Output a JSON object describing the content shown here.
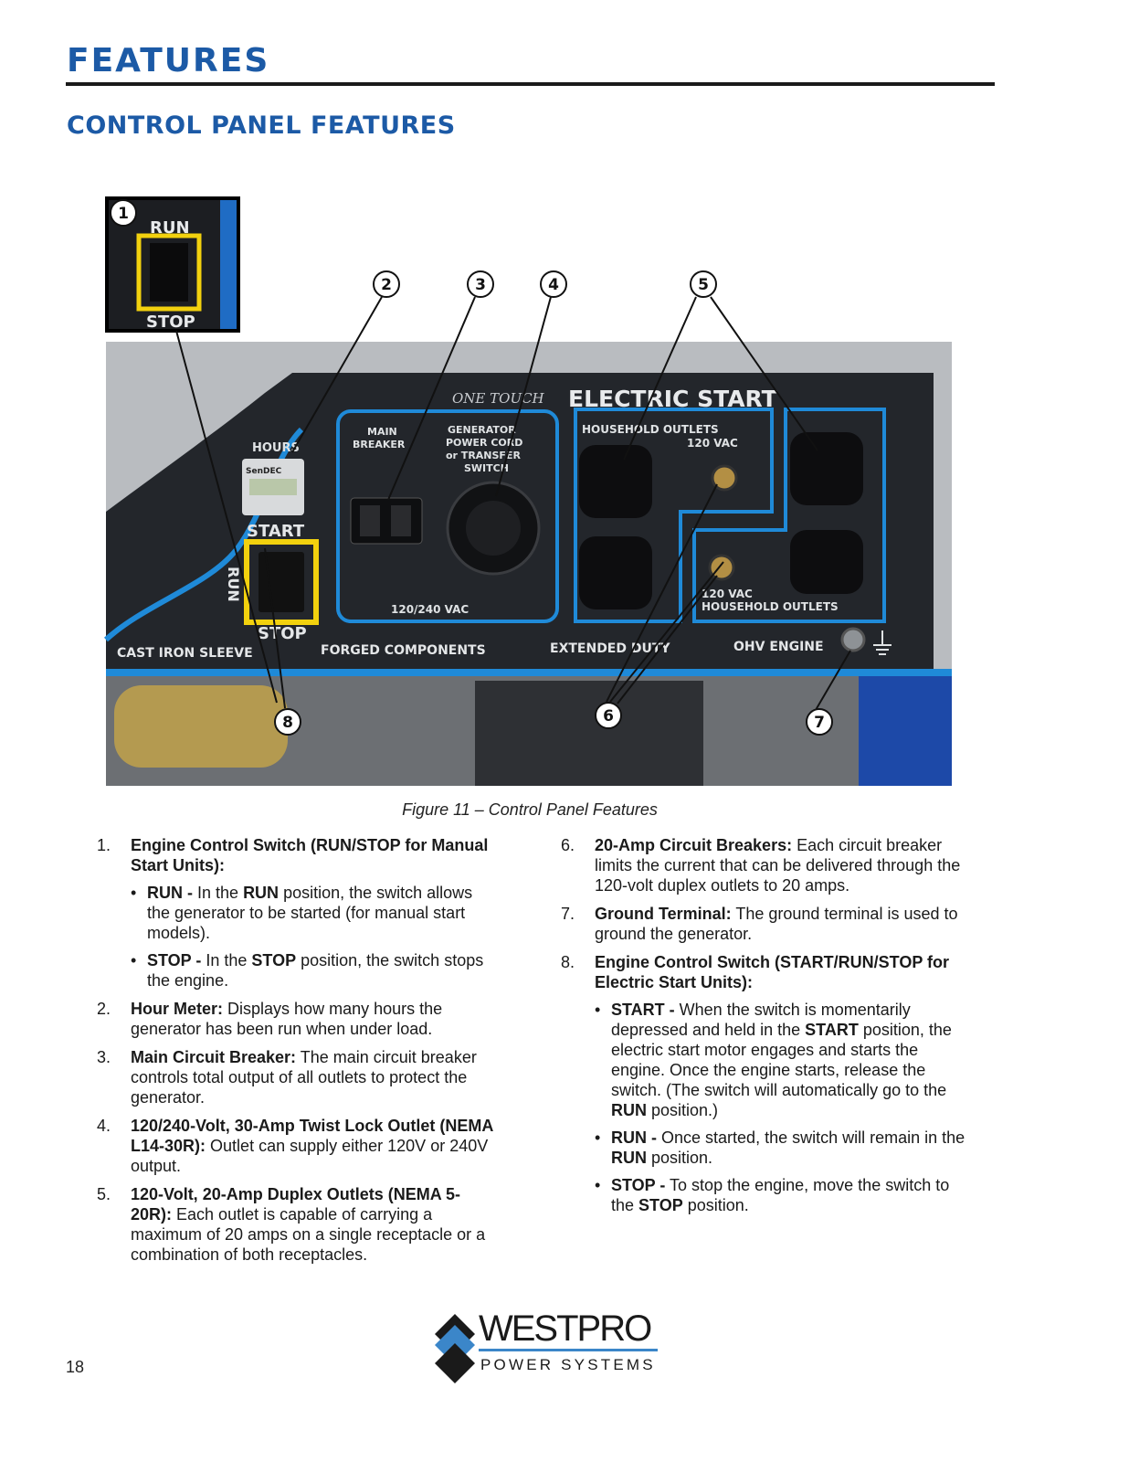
{
  "header": {
    "title": "FEATURES",
    "subtitle": "CONTROL PANEL FEATURES"
  },
  "figure": {
    "caption": "Figure 11 – Control Panel Features",
    "callouts": [
      "1",
      "2",
      "3",
      "4",
      "5",
      "6",
      "7",
      "8"
    ],
    "inset": {
      "top_label": "RUN",
      "bottom_label": "STOP"
    },
    "panel": {
      "one_touch": "ONE TOUCH",
      "electric_start": "ELECTRIC START",
      "hours": "HOURS",
      "meter_brand": "SenDEC",
      "start": "START",
      "run": "RUN",
      "stop": "STOP",
      "main_breaker": [
        "MAIN",
        "BREAKER"
      ],
      "generator_cord": [
        "GENERATOR",
        "POWER CORD",
        "or TRANSFER",
        "SWITCH"
      ],
      "vac_240": "120/240 VAC",
      "household_top": [
        "HOUSEHOLD OUTLETS",
        "120 VAC"
      ],
      "household_bottom": [
        "120 VAC",
        "HOUSEHOLD OUTLETS"
      ],
      "bottom_strip": [
        "CAST IRON SLEEVE",
        "FORGED COMPONENTS",
        "EXTENDED DUTY",
        "OHV ENGINE"
      ]
    }
  },
  "left_column": [
    {
      "num": "1.",
      "title": "Engine Control Switch (RUN/STOP for Manual Start Units):",
      "text": "",
      "bullets": [
        {
          "bold": "RUN -",
          "parts": [
            "In the ",
            "RUN",
            " position, the switch allows the generator to be started (for manual start models)."
          ]
        },
        {
          "bold": "STOP -",
          "parts": [
            "In the ",
            "STOP",
            " position, the switch stops the engine."
          ]
        }
      ]
    },
    {
      "num": "2.",
      "title": "Hour Meter:",
      "text": "Displays how many hours the generator has been run when under load."
    },
    {
      "num": "3.",
      "title": "Main Circuit Breaker:",
      "text": "The main circuit breaker controls total output of all outlets to protect the generator."
    },
    {
      "num": "4.",
      "title": "120/240-Volt, 30-Amp Twist Lock Outlet (NEMA L14-30R):",
      "text": "Outlet can supply either 120V or 240V output."
    },
    {
      "num": "5.",
      "title": "120-Volt, 20-Amp Duplex Outlets (NEMA 5-20R):",
      "text": "Each outlet is capable of carrying a maximum of 20 amps on a single receptacle or a combination of both receptacles."
    }
  ],
  "right_column": [
    {
      "num": "6.",
      "title": "20-Amp Circuit Breakers:",
      "text": "Each circuit breaker limits the current that can be delivered through the 120-volt duplex outlets to 20 amps."
    },
    {
      "num": "7.",
      "title": "Ground Terminal:",
      "text": "The ground terminal is used to ground the generator."
    },
    {
      "num": "8.",
      "title": "Engine Control Switch (START/RUN/STOP for Electric Start Units):",
      "text": "",
      "bullets": [
        {
          "bold": "START -",
          "parts": [
            "When the switch is momentarily depressed and held in the ",
            "START",
            " position, the electric start motor engages and starts the engine. Once the engine starts, release the switch. (The switch will automatically go to the ",
            "RUN",
            " position.)"
          ]
        },
        {
          "bold": "RUN -",
          "parts": [
            "Once started, the switch will remain in the ",
            "RUN",
            " position."
          ]
        },
        {
          "bold": "STOP -",
          "parts": [
            "To stop the engine, move the switch to the ",
            "STOP",
            " position."
          ]
        }
      ]
    }
  ],
  "footer": {
    "page_number": "18",
    "logo_name": "WESTPRO",
    "logo_tagline": "POWER SYSTEMS"
  },
  "colors": {
    "heading_blue": "#1c5aa6",
    "panel_dark": "#23262b",
    "panel_blue": "#1f8ad8",
    "switch_yellow": "#f2d10e"
  }
}
